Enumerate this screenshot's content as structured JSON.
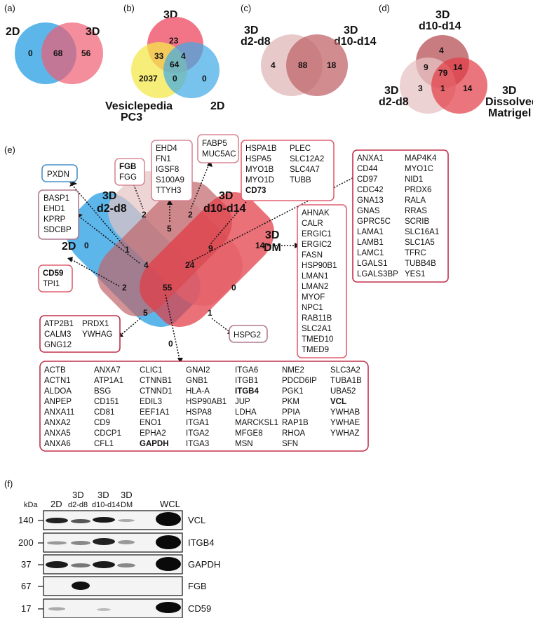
{
  "panels": {
    "a": {
      "label": "(a)",
      "set1": "2D",
      "set2": "3D",
      "counts": {
        "only1": "0",
        "both": "68",
        "only2": "56"
      }
    },
    "b": {
      "label": "(b)",
      "set_top": "3D",
      "set_left_l1": "Vesiclepedia",
      "set_left_l2": "PC3",
      "set_right": "2D",
      "counts": {
        "top": "23",
        "top_left": "33",
        "top_right": "4",
        "center": "64",
        "left": "2037",
        "bottom_mid": "0",
        "right": "0"
      }
    },
    "c": {
      "label": "(c)",
      "set1_l1": "3D",
      "set1_l2": "d2-d8",
      "set2_l1": "3D",
      "set2_l2": "d10-d14",
      "counts": {
        "only1": "4",
        "both": "88",
        "only2": "18"
      }
    },
    "d": {
      "label": "(d)",
      "set_top_l1": "3D",
      "set_top_l2": "d10-d14",
      "set_left_l1": "3D",
      "set_left_l2": "d2-d8",
      "set_right_l1": "3D",
      "set_right_l2": "Dissolved",
      "set_right_l3": "Matrigel",
      "counts": {
        "top": "4",
        "top_left": "9",
        "center": "79",
        "top_right": "14",
        "left": "3",
        "bottom_mid": "1",
        "right": "14"
      }
    },
    "e": {
      "label": "(e)",
      "sets": {
        "d2d8_l1": "3D",
        "d2d8_l2": "d2-d8",
        "d10_l1": "3D",
        "d10_l2": "d10-d14",
        "dm_l1": "3D",
        "dm_l2": "DM",
        "twod": "2D"
      },
      "counts": {
        "c2d": "0",
        "cd2": "2",
        "c5": "5",
        "c2b": "2",
        "c14": "14",
        "c1a": "1",
        "c9": "9",
        "c4": "4",
        "c24": "24",
        "c2c": "2",
        "c0b": "0",
        "c55": "55",
        "c5b": "5",
        "c1b": "1",
        "c0c": "0"
      },
      "boxes": {
        "pxdn": [
          "PXDN"
        ],
        "basp": [
          "BASP1",
          "EHD1",
          "KPRP",
          "SDCBP"
        ],
        "cd59": [
          "CD59",
          "TPI1"
        ],
        "fgb": [
          "FGB",
          "FGG"
        ],
        "ehd4": [
          "EHD4",
          "FN1",
          "IGSF8",
          "S100A9",
          "TTYH3"
        ],
        "fabp": [
          "FABP5",
          "MUC5AC"
        ],
        "hspa_c1": [
          "HSPA1B",
          "HSPA5",
          "MYO1B",
          "MYO1D",
          "CD73"
        ],
        "hspa_c2": [
          "PLEC",
          "SLC12A2",
          "SLC4A7",
          "TUBB"
        ],
        "anxa_c1": [
          "ANXA1",
          "CD44",
          "CD97",
          "CDC42",
          "GNA13",
          "GNAS",
          "GPRC5C",
          "LAMA1",
          "LAMB1",
          "LAMC1",
          "LGALS1",
          "LGALS3BP"
        ],
        "anxa_c2": [
          "MAP4K4",
          "MYO1C",
          "NID1",
          "PRDX6",
          "RALA",
          "RRAS",
          "SCRIB",
          "SLC16A1",
          "SLC1A5",
          "TFRC",
          "TUBB4B",
          "YES1"
        ],
        "ahnak": [
          "AHNAK",
          "CALR",
          "ERGIC1",
          "ERGIC2",
          "FASN",
          "HSP90B1",
          "LMAN1",
          "LMAN2",
          "MYOF",
          "NPC1",
          "RAB11B",
          "SLC2A1",
          "TMED10",
          "TMED9"
        ],
        "atp_c1": [
          "ATP2B1",
          "CALM3",
          "GNG12"
        ],
        "atp_c2": [
          "PRDX1",
          "YWHAG"
        ],
        "hspg": [
          "HSPG2"
        ],
        "core": [
          [
            "ACTB",
            "ACTN1",
            "ALDOA",
            "ANPEP",
            "ANXA11",
            "ANXA2",
            "ANXA5",
            "ANXA6"
          ],
          [
            "ANXA7",
            "ATP1A1",
            "BSG",
            "CD151",
            "CD81",
            "CD9",
            "CDCP1",
            "CFL1"
          ],
          [
            "CLIC1",
            "CTNNB1",
            "CTNND1",
            "EDIL3",
            "EEF1A1",
            "ENO1",
            "EPHA2",
            "GAPDH"
          ],
          [
            "GNAI2",
            "GNB1",
            "HLA-A",
            "HSP90AB1",
            "HSPA8",
            "ITGA1",
            "ITGA2",
            "ITGA3"
          ],
          [
            "ITGA6",
            "ITGB1",
            "ITGB4",
            "JUP",
            "LDHA",
            "MARCKSL1",
            "MFGE8",
            "MSN"
          ],
          [
            "NME2",
            "PDCD6IP",
            "PGK1",
            "PKM",
            "PPIA",
            "RAP1B",
            "RHOA",
            "SFN"
          ],
          [
            "SLC3A2",
            "TUBA1B",
            "UBA52",
            "VCL",
            "YWHAB",
            "YWHAE",
            "YWHAZ",
            ""
          ]
        ]
      }
    },
    "f": {
      "label": "(f)",
      "kda": "kDa",
      "lanes": {
        "l1": "2D",
        "l2a": "3D",
        "l2b": "d2-d8",
        "l3a": "3D",
        "l3b": "d10-d14",
        "l4a": "3D",
        "l4b": "DM",
        "l5": "WCL"
      },
      "markers": [
        "140",
        "200",
        "37",
        "67",
        "17"
      ],
      "blots": [
        "VCL",
        "ITGB4",
        "GAPDH",
        "FGB",
        "CD59"
      ]
    }
  },
  "colors": {
    "blue": "#3fa9e6",
    "pink": "#ef5d72",
    "yellow": "#f4e84c",
    "lightpink": "#e6c3c3",
    "rose": "#c0656a",
    "red": "#e33a44",
    "boxred": "#c0304a",
    "boxblue": "#4a90c8",
    "boxpink": "#d88a96"
  }
}
